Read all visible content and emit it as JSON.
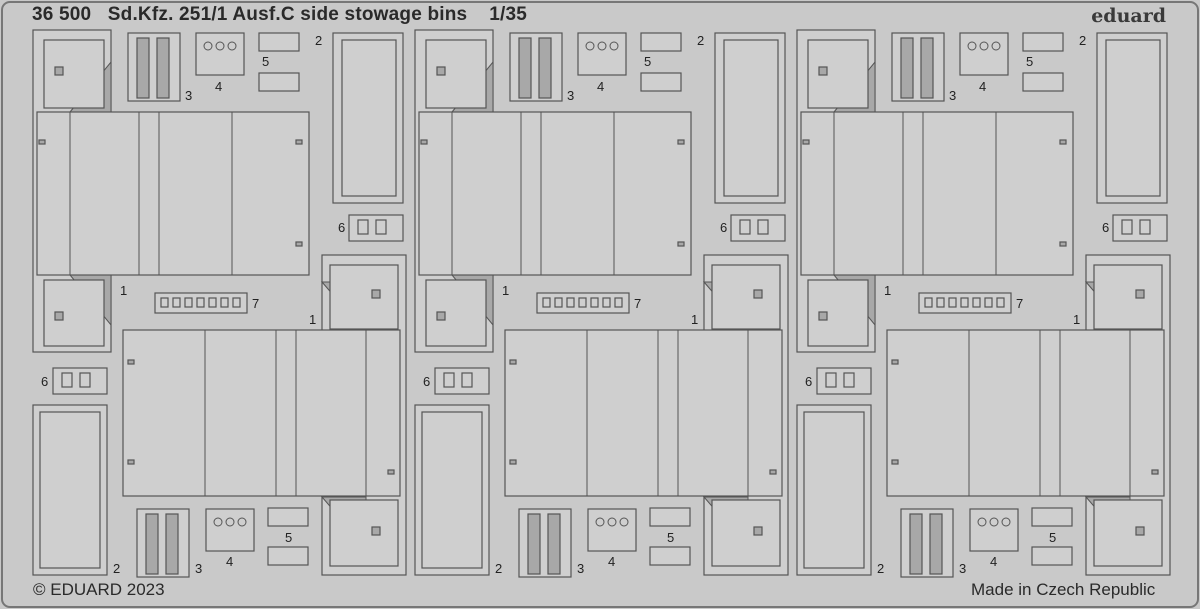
{
  "header": {
    "catalog_number": "36 500",
    "title": "Sd.Kfz. 251/1 Ausf.C side stowage bins",
    "scale": "1/35",
    "brand": "eduard"
  },
  "footer": {
    "copyright": "© EDUARD 2023",
    "origin": "Made in Czech Republic"
  },
  "part_numbers": [
    "1",
    "2",
    "3",
    "4",
    "5",
    "6",
    "7"
  ],
  "sets_count": 3,
  "colors": {
    "fret_background": "#c9c9c9",
    "part_fill": "#cfcfcf",
    "part_outline": "#555555",
    "etched_shadow": "#a8a8a8",
    "text": "#2a2a2a"
  }
}
